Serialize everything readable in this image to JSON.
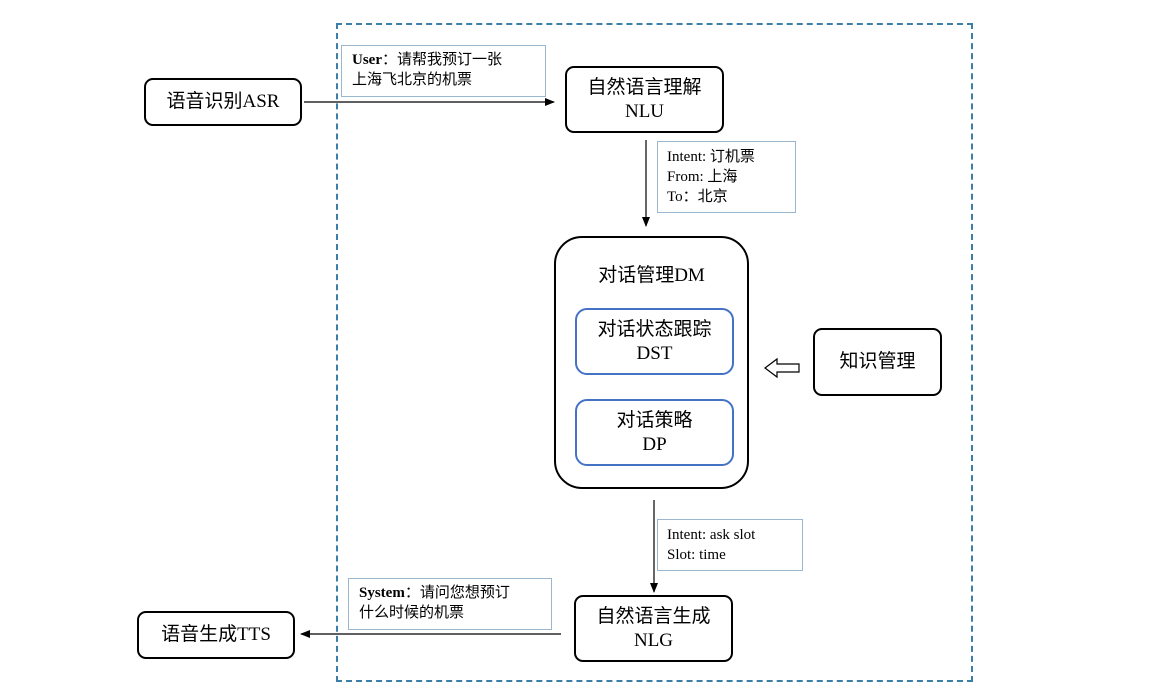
{
  "asr": {
    "label": "语音识别ASR"
  },
  "tts": {
    "label": "语音生成TTS"
  },
  "nlu": {
    "line1": "自然语言理解",
    "line2": "NLU"
  },
  "nlg": {
    "line1": "自然语言生成",
    "line2": "NLG"
  },
  "dm": {
    "title": "对话管理DM",
    "dst": {
      "line1": "对话状态跟踪",
      "line2": "DST"
    },
    "dp": {
      "line1": "对话策略",
      "line2": "DP"
    }
  },
  "knowledge": {
    "label": "知识管理"
  },
  "user_note": {
    "speaker": "User",
    "line1_text": "：请帮我预订一张",
    "line2": "上海飞北京的机票"
  },
  "nlu_output": {
    "line1": "Intent: 订机票",
    "line2": "From: 上海",
    "line3": "To：北京"
  },
  "dm_output": {
    "line1": "Intent: ask slot",
    "line2": "Slot: time"
  },
  "system_note": {
    "speaker": "System",
    "line1_text": "：请问您想预订",
    "line2": "什么时候的机票"
  },
  "colors": {
    "dashed_border": "#3b7fa8",
    "inner_border": "#4472c4",
    "note_border": "#9bb7cf"
  }
}
